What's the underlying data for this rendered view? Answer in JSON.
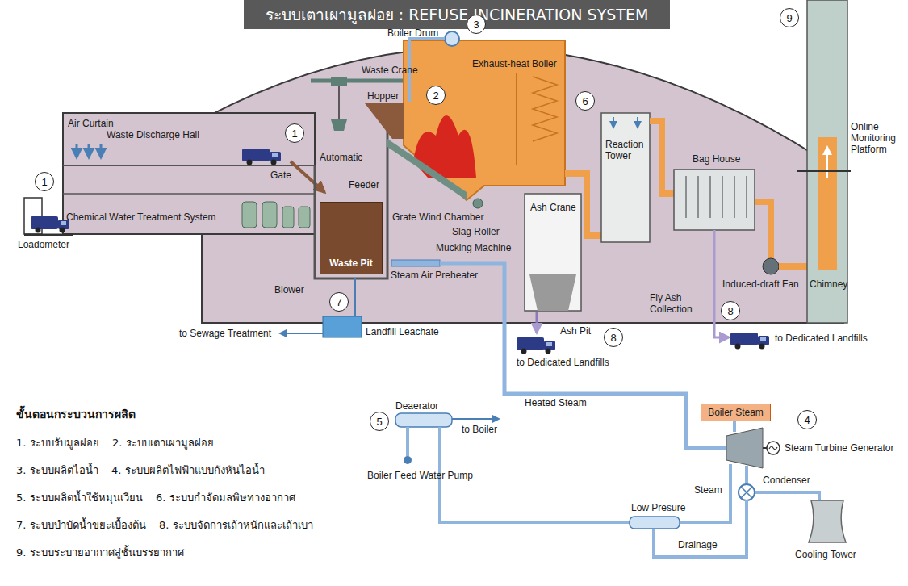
{
  "diagram": {
    "title": "ระบบเตาเผามูลฝอย : REFUSE INCINERATION SYSTEM",
    "nodes": [
      {
        "text": [
          "Waste Pit"
        ]
      },
      {
        "text": [
          "Boiler Steam"
        ]
      },
      {
        "text": [
          "1"
        ]
      },
      {
        "text": [
          "1"
        ]
      },
      {
        "text": [
          "2"
        ]
      },
      {
        "text": [
          "3"
        ]
      },
      {
        "text": [
          "4"
        ]
      },
      {
        "text": [
          "5"
        ]
      },
      {
        "text": [
          "6"
        ]
      },
      {
        "text": [
          "7"
        ]
      },
      {
        "text": [
          "8"
        ]
      },
      {
        "text": [
          "8"
        ]
      },
      {
        "text": [
          "9"
        ]
      }
    ],
    "labels": [
      "Boiler Drum",
      "Waste Crane",
      "Exhaust-heat Boiler",
      "Hopper",
      "Air Curtain",
      "Waste Discharge Hall",
      "Automatic",
      "Gate",
      "Feeder",
      "Grate Wind Chamber",
      "Slag Roller",
      "Ash Crane",
      "Reaction Tower",
      "Bag House",
      "Online Monitoring Platform",
      "Chemical Water Treatment System",
      "Steam Air Preheater",
      "Mucking Machine",
      "Blower",
      "Loadometer",
      "to Sewage Treatment",
      "Landfill Leachate",
      "Ash Pit",
      "to Dedicated Landfills",
      "Fly Ash Collection",
      "Induced-draft Fan",
      "Chimney",
      "to Dedicated Landfills",
      "Heated Steam",
      "Deaerator",
      "to Boiler",
      "Boiler Feed Water Pump",
      "Steam Turbine Generator",
      "Steam",
      "Condenser",
      "Low Presure",
      "Drainage",
      "Cooling Tower",
      "ขั้นตอนกระบวนการผลิต",
      "1. ระบบรับมูลฝอย",
      "2. ระบบเตาเผามูลฝอย",
      "3. ระบบผลิตไอน้ำ",
      "4. ระบบผลิตไฟฟ้าแบบกังหันไอน้ำ",
      "5. ระบบผลิตน้ำใช้หมุนเวียน",
      "6. ระบบกำจัดมลพิษทางอากาศ",
      "7. ระบบบำบัดน้ำขยะเบื้องต้น",
      "8. ระบบจัดการเถ้าหนักและเถ้าเบา",
      "9. ระบบระบายอากาศสู่ชั้นบรรยากาศ"
    ]
  }
}
